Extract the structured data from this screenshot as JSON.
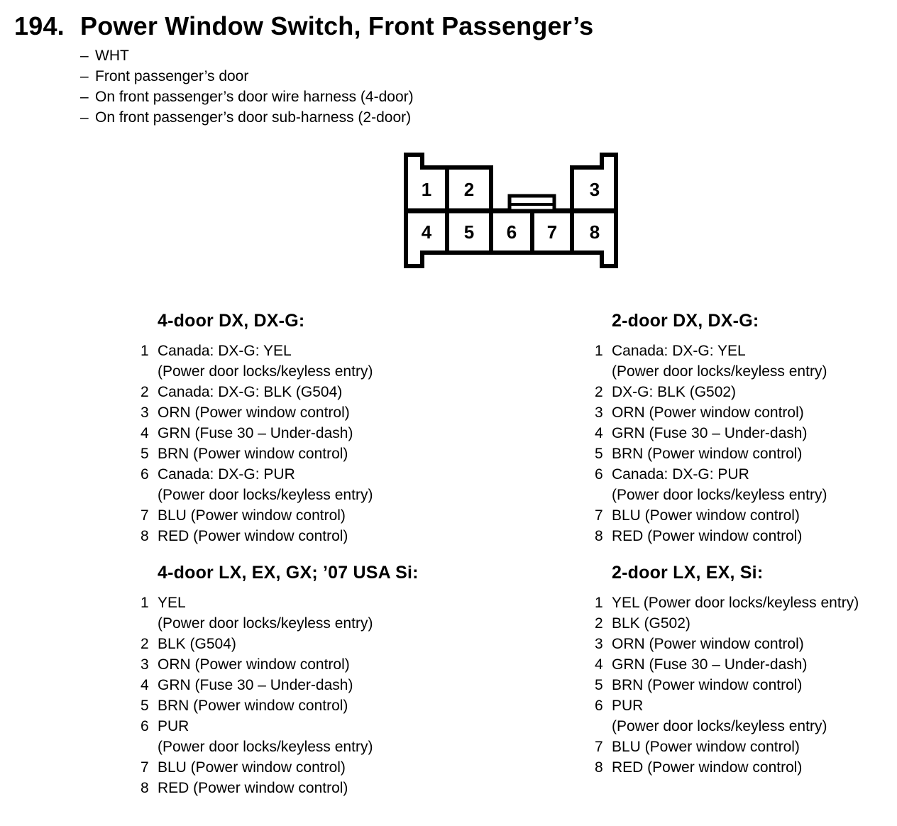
{
  "page_title": {
    "number": "194.",
    "text": "Power Window Switch, Front Passenger’s"
  },
  "bullet_char": "–",
  "notes": [
    "WHT",
    "Front passenger’s door",
    "On front passenger’s door wire harness (4-door)",
    "On front passenger’s door sub-harness (2-door)"
  ],
  "connector": {
    "pins": [
      "1",
      "2",
      "3",
      "4",
      "5",
      "6",
      "7",
      "8"
    ]
  },
  "sections": [
    {
      "title": "4-door DX, DX-G:",
      "items": [
        {
          "num": "1",
          "lines": [
            "Canada: DX-G: YEL",
            "(Power door locks/keyless entry)"
          ]
        },
        {
          "num": "2",
          "lines": [
            "Canada: DX-G: BLK (G504)"
          ]
        },
        {
          "num": "3",
          "lines": [
            "ORN (Power window control)"
          ]
        },
        {
          "num": "4",
          "lines": [
            "GRN (Fuse 30 – Under-dash)"
          ]
        },
        {
          "num": "5",
          "lines": [
            "BRN (Power window control)"
          ]
        },
        {
          "num": "6",
          "lines": [
            "Canada: DX-G: PUR",
            "(Power door locks/keyless entry)"
          ]
        },
        {
          "num": "7",
          "lines": [
            "BLU (Power window control)"
          ]
        },
        {
          "num": "8",
          "lines": [
            "RED (Power window control)"
          ]
        }
      ]
    },
    {
      "title": "2-door DX, DX-G:",
      "items": [
        {
          "num": "1",
          "lines": [
            "Canada: DX-G: YEL",
            "(Power door locks/keyless entry)"
          ]
        },
        {
          "num": "2",
          "lines": [
            "DX-G: BLK (G502)"
          ]
        },
        {
          "num": "3",
          "lines": [
            "ORN (Power window control)"
          ]
        },
        {
          "num": "4",
          "lines": [
            "GRN (Fuse 30 – Under-dash)"
          ]
        },
        {
          "num": "5",
          "lines": [
            "BRN (Power window control)"
          ]
        },
        {
          "num": "6",
          "lines": [
            "Canada: DX-G: PUR",
            "(Power door locks/keyless entry)"
          ]
        },
        {
          "num": "7",
          "lines": [
            "BLU (Power window control)"
          ]
        },
        {
          "num": "8",
          "lines": [
            "RED (Power window control)"
          ]
        }
      ]
    },
    {
      "title": "4-door LX, EX, GX; ’07 USA Si:",
      "items": [
        {
          "num": "1",
          "lines": [
            "YEL",
            "(Power door locks/keyless entry)"
          ]
        },
        {
          "num": "2",
          "lines": [
            "BLK (G504)"
          ]
        },
        {
          "num": "3",
          "lines": [
            "ORN (Power window control)"
          ]
        },
        {
          "num": "4",
          "lines": [
            "GRN (Fuse 30 – Under-dash)"
          ]
        },
        {
          "num": "5",
          "lines": [
            "BRN (Power window control)"
          ]
        },
        {
          "num": "6",
          "lines": [
            "PUR",
            "(Power door locks/keyless entry)"
          ]
        },
        {
          "num": "7",
          "lines": [
            "BLU (Power window control)"
          ]
        },
        {
          "num": "8",
          "lines": [
            "RED (Power window control)"
          ]
        }
      ]
    },
    {
      "title": "2-door LX, EX, Si:",
      "items": [
        {
          "num": "1",
          "lines": [
            "YEL (Power door locks/keyless entry)"
          ]
        },
        {
          "num": "2",
          "lines": [
            "BLK (G502)"
          ]
        },
        {
          "num": "3",
          "lines": [
            "ORN (Power window control)"
          ]
        },
        {
          "num": "4",
          "lines": [
            "GRN (Fuse 30 – Under-dash)"
          ]
        },
        {
          "num": "5",
          "lines": [
            "BRN (Power window control)"
          ]
        },
        {
          "num": "6",
          "lines": [
            "PUR",
            "(Power door locks/keyless entry)"
          ]
        },
        {
          "num": "7",
          "lines": [
            "BLU (Power window control)"
          ]
        },
        {
          "num": "8",
          "lines": [
            "RED (Power window control)"
          ]
        }
      ]
    }
  ]
}
